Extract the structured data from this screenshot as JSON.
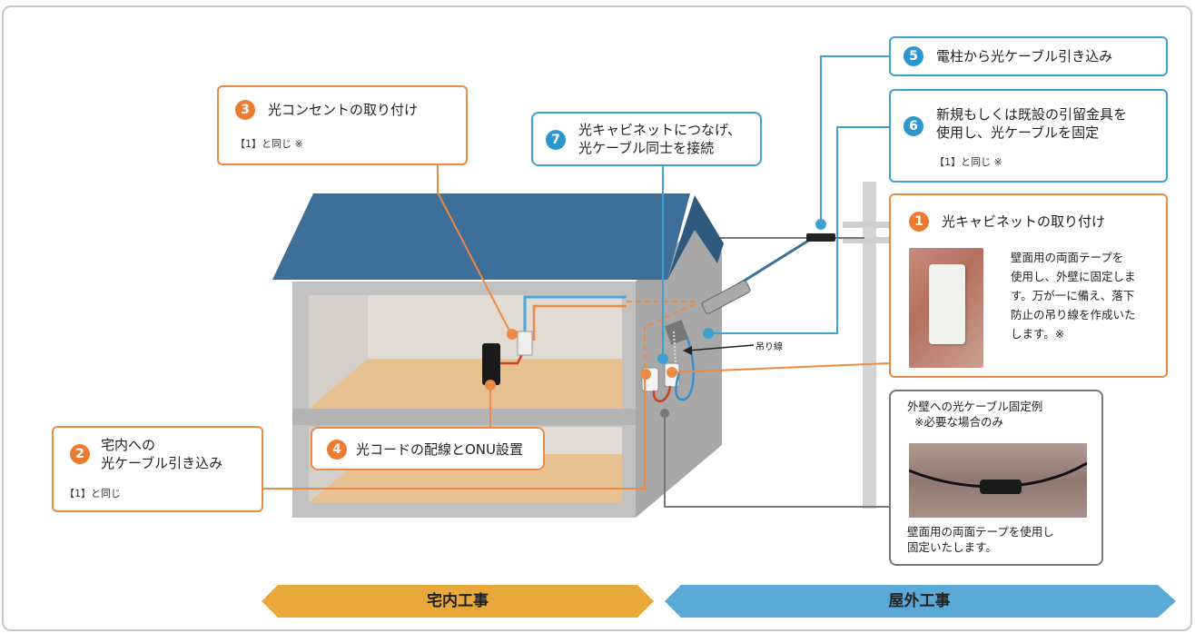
{
  "callouts": {
    "c1": {
      "num": "1",
      "title": "光キャビネットの取り付け",
      "body": [
        "壁面用の両面テープを",
        "使用し、外壁に固定しま",
        "す。万が一に備え、落下",
        "防止の吊り線を作成いた",
        "します。※"
      ]
    },
    "c2": {
      "num": "2",
      "title_lines": [
        "宅内への",
        "光ケーブル引き込み"
      ],
      "sub": "【1】と同じ"
    },
    "c3": {
      "num": "3",
      "title": "光コンセントの取り付け",
      "sub": "【1】と同じ ※"
    },
    "c4": {
      "num": "4",
      "title": "光コードの配線とONU設置"
    },
    "c5": {
      "num": "5",
      "title": "電柱から光ケーブル引き込み"
    },
    "c6": {
      "num": "6",
      "title_lines": [
        "新規もしくは既設の引留金具を",
        "使用し、光ケーブルを固定"
      ],
      "sub": "【1】と同じ ※"
    },
    "c7": {
      "num": "7",
      "title_lines": [
        "光キャビネットにつなげ、",
        "光ケーブル同士を接続"
      ]
    }
  },
  "example": {
    "title_lines": [
      "外壁への光ケーブル固定例",
      "※必要な場合のみ"
    ],
    "caption_lines": [
      "壁面用の両面テープを使用し",
      "固定いたします。"
    ]
  },
  "hanger_label": "吊り線",
  "banners": {
    "indoor": "宅内工事",
    "outdoor": "屋外工事"
  },
  "colors": {
    "orange": "#ec8a45",
    "blue": "#3fa0d0",
    "roof": "#3e6f99",
    "indoor_banner": "#e9a83a",
    "outdoor_banner": "#5aa9d6"
  }
}
